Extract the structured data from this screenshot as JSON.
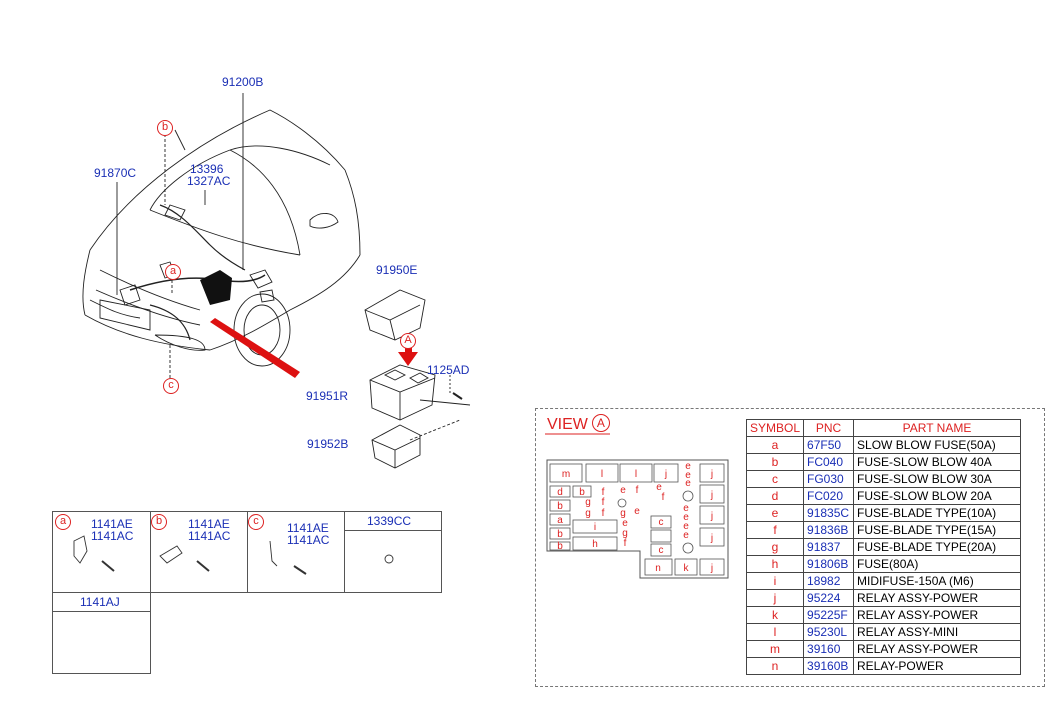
{
  "callouts": {
    "p91200B": "91200B",
    "p91870C": "91870C",
    "p13396": "13396",
    "p1327AC": "1327AC",
    "p91950E": "91950E",
    "p1125AD": "1125AD",
    "p91951R": "91951R",
    "p91952B": "91952B",
    "sym_a": "a",
    "sym_b": "b",
    "sym_c": "c",
    "view_A": "A"
  },
  "view": {
    "title": "VIEW",
    "letter": "A"
  },
  "parts_table": {
    "headers": [
      "SYMBOL",
      "PNC",
      "PART NAME"
    ],
    "rows": [
      {
        "symbol": "a",
        "pnc": "67F50",
        "name": "SLOW BLOW FUSE(50A)"
      },
      {
        "symbol": "b",
        "pnc": "FC040",
        "name": "FUSE-SLOW BLOW 40A"
      },
      {
        "symbol": "c",
        "pnc": "FG030",
        "name": "FUSE-SLOW BLOW 30A"
      },
      {
        "symbol": "d",
        "pnc": "FC020",
        "name": "FUSE-SLOW BLOW 20A"
      },
      {
        "symbol": "e",
        "pnc": "91835C",
        "name": "FUSE-BLADE TYPE(10A)"
      },
      {
        "symbol": "f",
        "pnc": "91836B",
        "name": "FUSE-BLADE TYPE(15A)"
      },
      {
        "symbol": "g",
        "pnc": "91837",
        "name": "FUSE-BLADE TYPE(20A)"
      },
      {
        "symbol": "h",
        "pnc": "91806B",
        "name": "FUSE(80A)"
      },
      {
        "symbol": "i",
        "pnc": "18982",
        "name": "MIDIFUSE-150A (M6)"
      },
      {
        "symbol": "j",
        "pnc": "95224",
        "name": "RELAY ASSY-POWER"
      },
      {
        "symbol": "k",
        "pnc": "95225F",
        "name": "RELAY ASSY-POWER"
      },
      {
        "symbol": "l",
        "pnc": "95230L",
        "name": "RELAY ASSY-MINI"
      },
      {
        "symbol": "m",
        "pnc": "39160",
        "name": "RELAY ASSY-POWER"
      },
      {
        "symbol": "n",
        "pnc": "39160B",
        "name": "RELAY-POWER"
      }
    ]
  },
  "fastener_grid": {
    "cells": [
      {
        "sym": "a",
        "codes": [
          "1141AE",
          "1141AC"
        ]
      },
      {
        "sym": "b",
        "codes": [
          "1141AE",
          "1141AC"
        ]
      },
      {
        "sym": "c",
        "codes": [
          "1141AE",
          "1141AC"
        ]
      },
      {
        "sym": "",
        "codes": [],
        "header": "1339CC"
      },
      {
        "sym": "",
        "codes": [],
        "header": "1141AJ"
      }
    ]
  },
  "fuse_labels": {
    "m": "m",
    "l": "l",
    "j": "j",
    "e": "e",
    "d": "d",
    "b": "b",
    "a": "a",
    "f": "f",
    "g": "g",
    "i": "i",
    "h": "h",
    "c": "c",
    "n": "n",
    "k": "k"
  }
}
